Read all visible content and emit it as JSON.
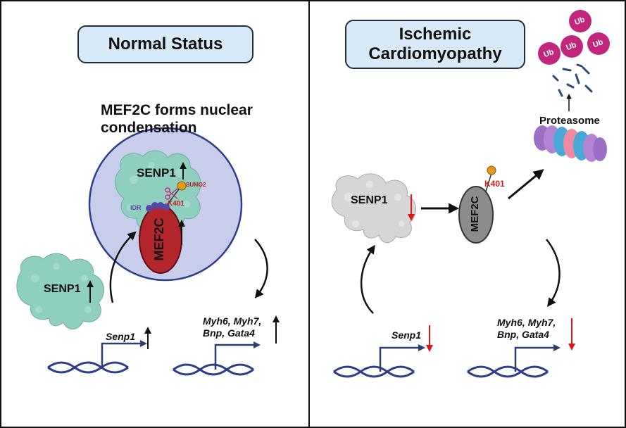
{
  "panels": {
    "left": {
      "title": "Normal Status",
      "condensation_label_line1": "MEF2C forms nuclear",
      "condensation_label_line2": "condensation",
      "nuclear_senp1_label": "SENP1",
      "sumo_label": "SUMO2",
      "idr_label": "IDR",
      "k401_label": "K401",
      "mef2c_label": "MEF2C",
      "cyto_senp1_label": "SENP1",
      "gene_label": "Senp1",
      "targets_line1": "Myh6, Myh7,",
      "targets_line2": "Bnp, Gata4"
    },
    "right": {
      "title_line1": "Ischemic",
      "title_line2": "Cardiomyopathy",
      "senp1_label": "SENP1",
      "mef2c_label": "MEF2C",
      "k401_label": "K401",
      "proteasome_label": "Proteasome",
      "ub_label": "Ub",
      "gene_label": "Senp1",
      "targets_line1": "Myh6, Myh7,",
      "targets_line2": "Bnp, Gata4"
    }
  },
  "colors": {
    "senp1_normal": "#8fcfc0",
    "senp1_ischemic": "#d6d6d6",
    "mef2c_normal": "#b3262c",
    "mef2c_ischemic": "#8c8c8c",
    "nucleus": "#c9cdec",
    "ubiquitin": "#c2257c",
    "sumo": "#e49a1a",
    "dna": "#2c3e8c",
    "down_arrow": "#e01515"
  }
}
